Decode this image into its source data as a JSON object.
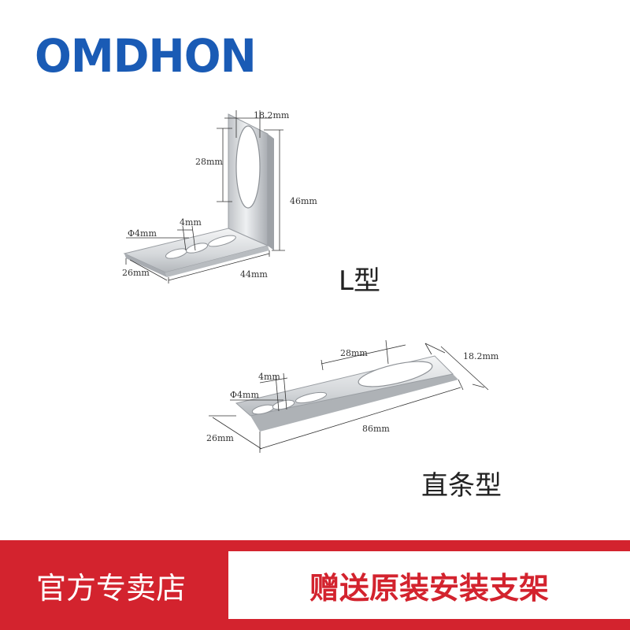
{
  "brand": {
    "logo_text": "OMDHON",
    "color": "#1a5bb5"
  },
  "l_bracket": {
    "label": "L型",
    "dims": {
      "hole_width": "18.2mm",
      "hole_height": "28mm",
      "height": "46mm",
      "slot": "4mm",
      "hole_dia": "Φ4mm",
      "depth": "26mm",
      "length": "44mm"
    }
  },
  "straight_bracket": {
    "label": "直条型",
    "dims": {
      "hole_height": "28mm",
      "hole_width": "18.2mm",
      "slot": "4mm",
      "hole_dia": "Φ4mm",
      "depth": "26mm",
      "length": "86mm"
    }
  },
  "banner": {
    "left_text": "官方专卖店",
    "right_text": "赠送原装安装支架",
    "accent": "#d3232e"
  }
}
